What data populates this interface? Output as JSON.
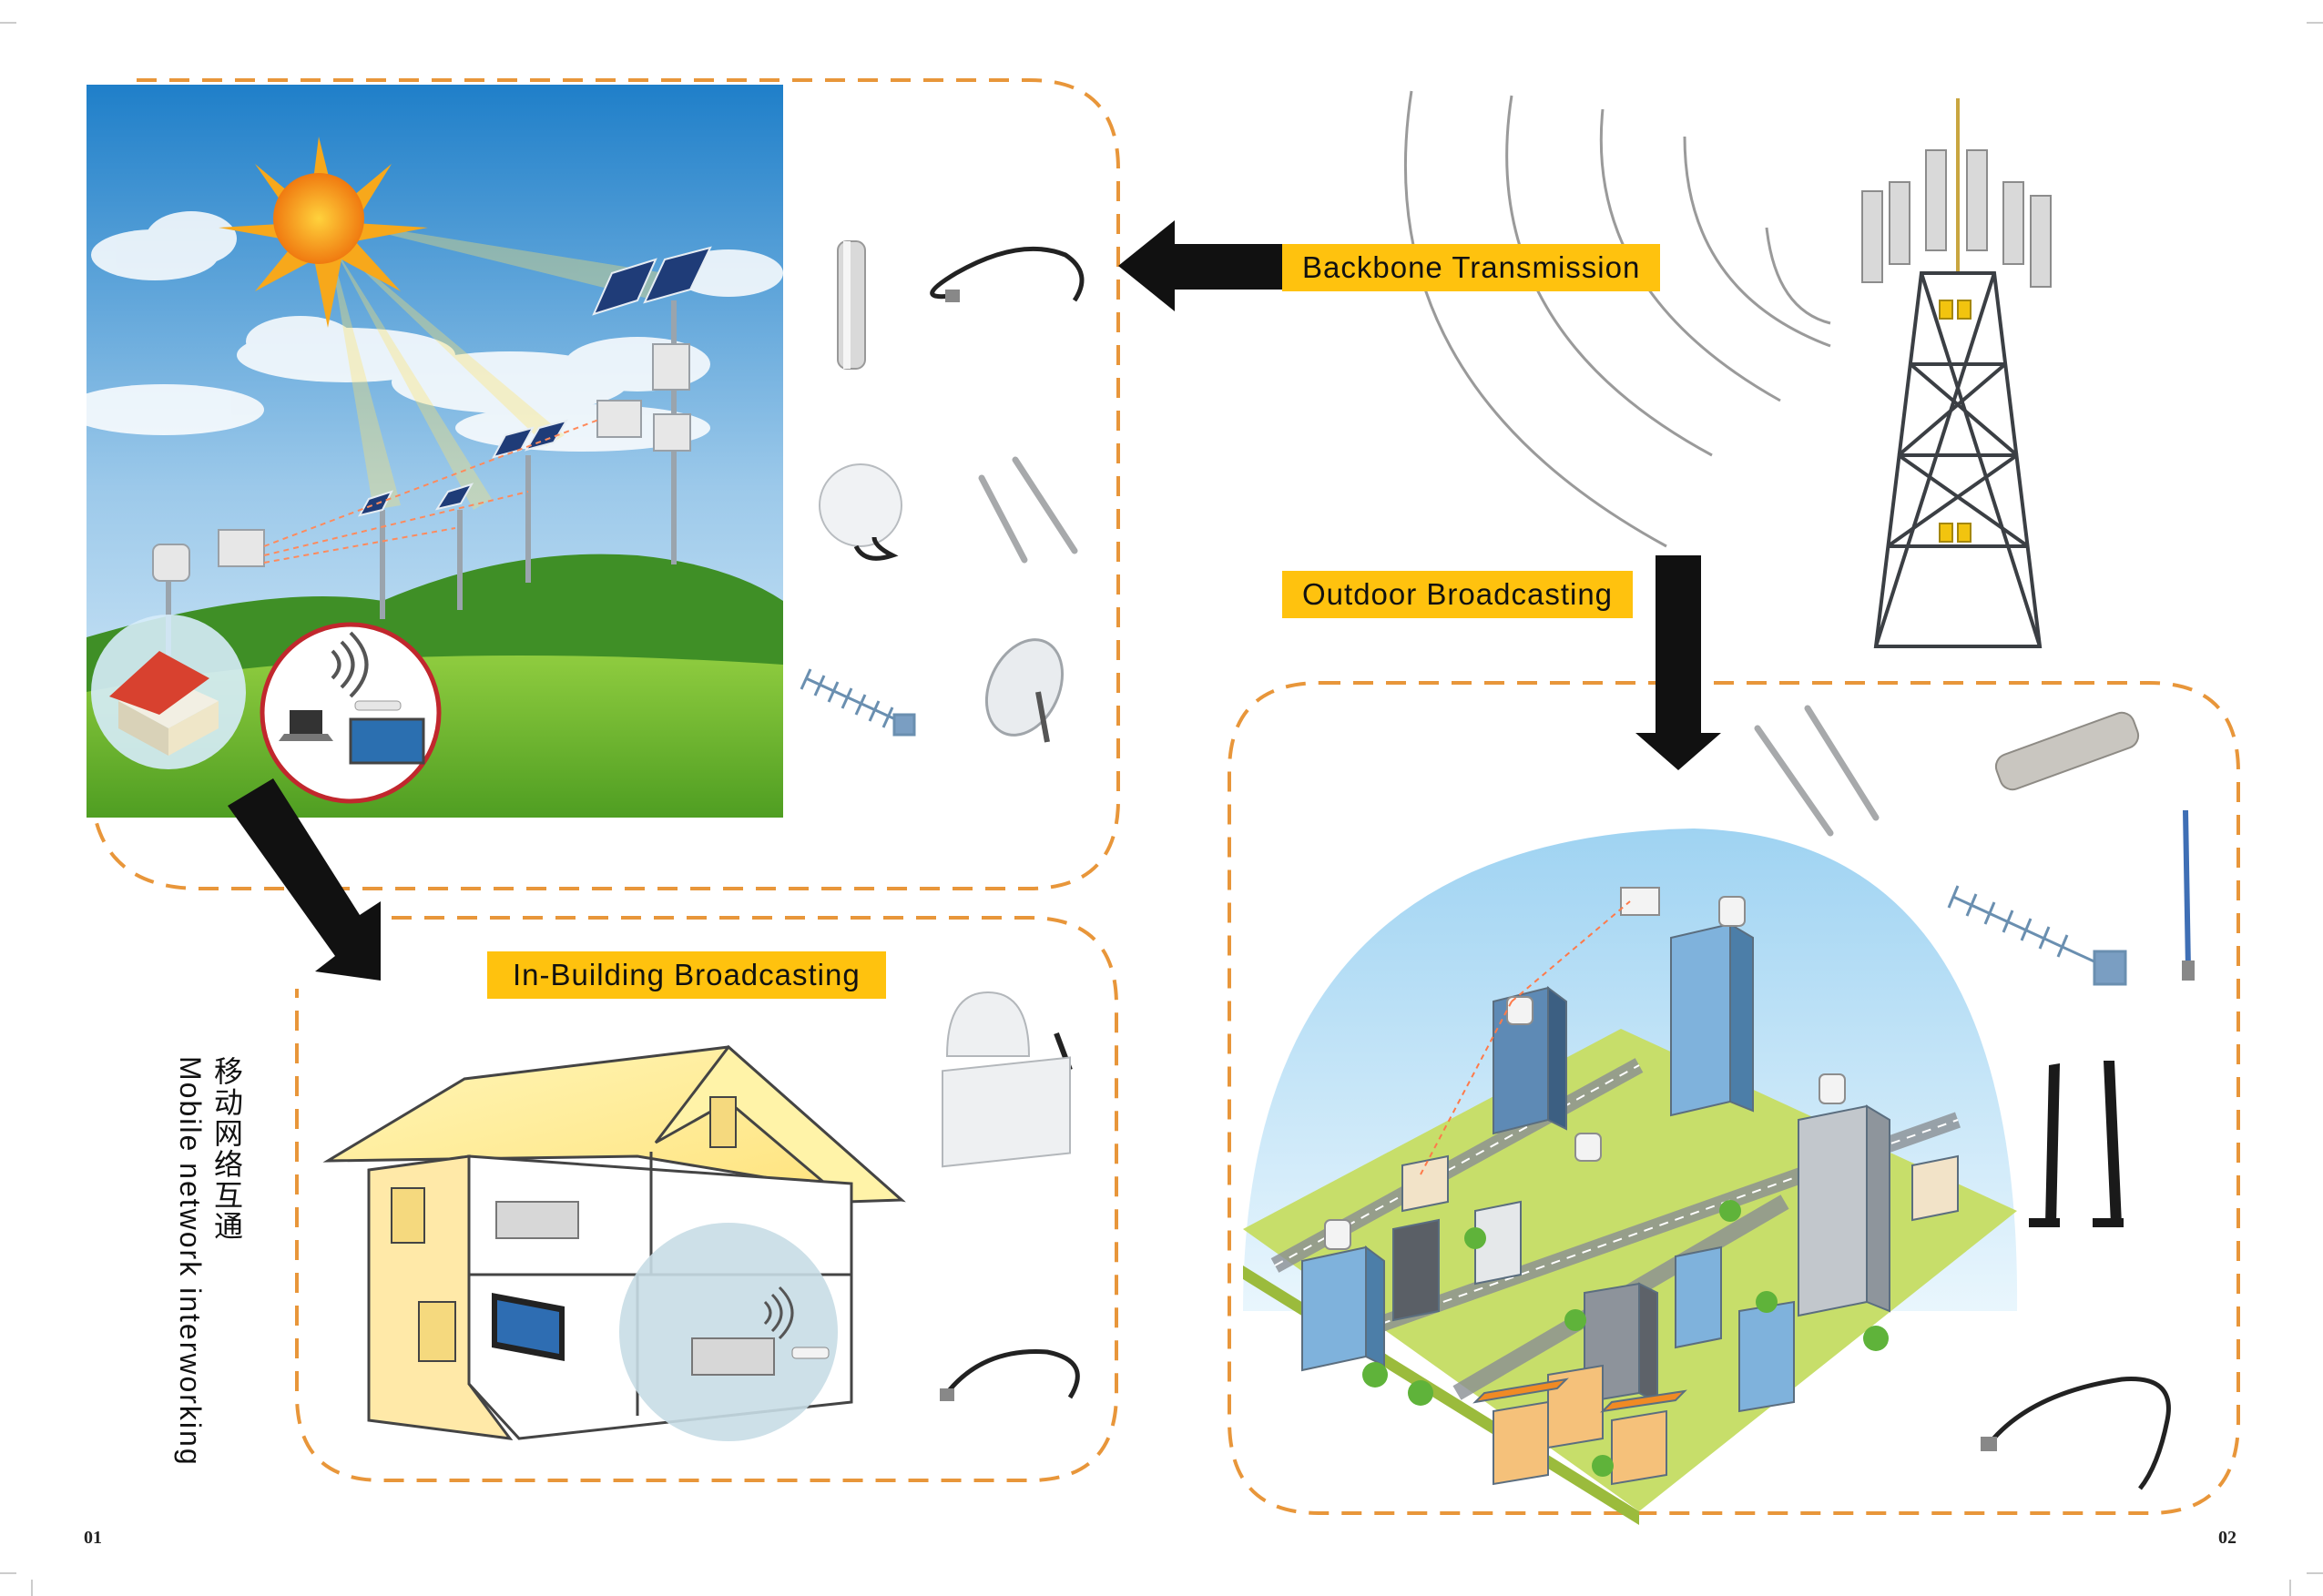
{
  "labels": {
    "backbone": "Backbone Transmission",
    "outdoor": "Outdoor Broadcasting",
    "in_building": "In-Building Broadcasting"
  },
  "side_title": {
    "cn": "移动网络互通",
    "en": "Mobile network interworking"
  },
  "page_numbers": {
    "left": "01",
    "right": "02"
  },
  "colors": {
    "accent_label": "#ffc20e",
    "dashed_border": "#e8963a",
    "arrow": "#111111",
    "sky": "#2a8ad0",
    "grass": "#5fae2e"
  },
  "icons": {
    "panel_antenna": "sector-panel-antenna-icon",
    "cable": "rf-cable-icon",
    "ceiling_antenna": "ceiling-antenna-icon",
    "whip_antenna": "whip-antenna-icon",
    "yagi": "yagi-antenna-icon",
    "dish": "parabolic-dish-icon",
    "tower": "cell-tower-icon"
  }
}
